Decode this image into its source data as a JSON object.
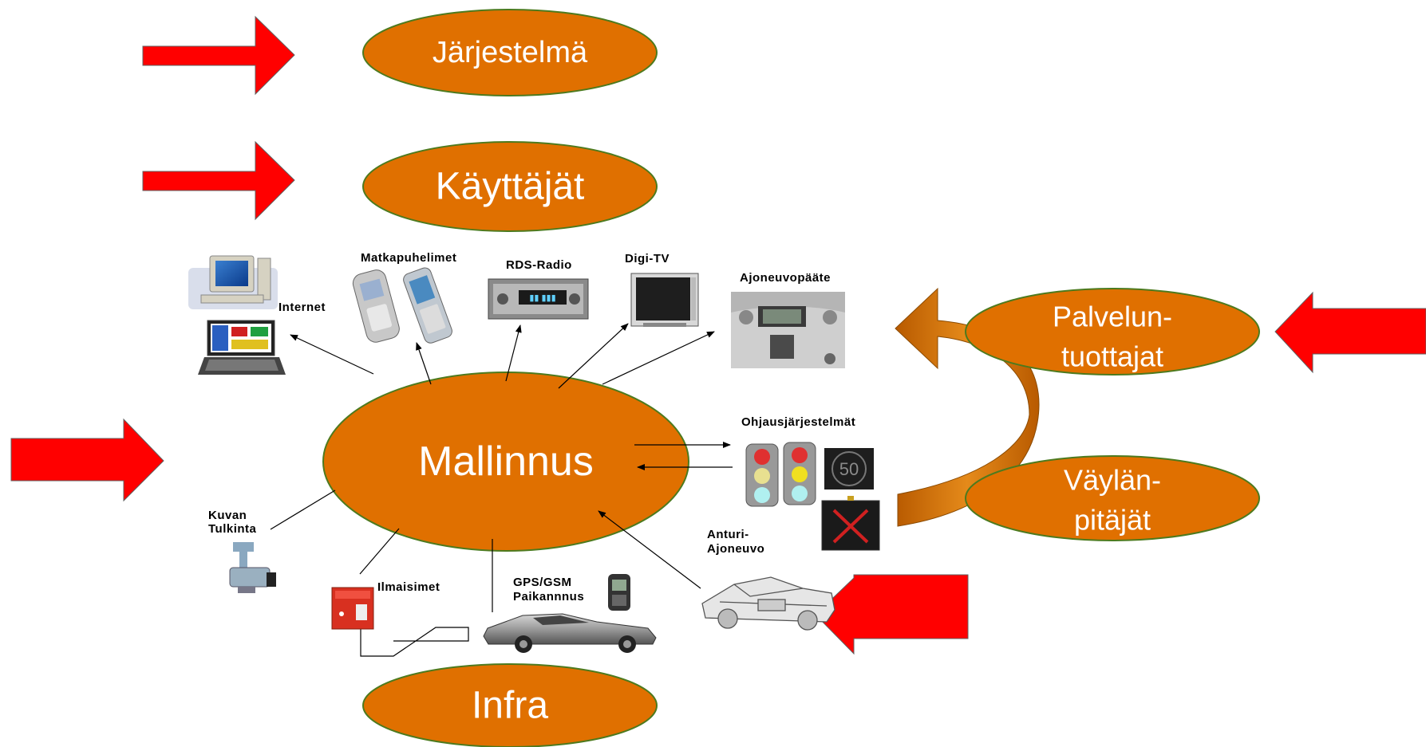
{
  "ovals": {
    "jarjestelma": "Järjestelmä",
    "kayttajat": "Käyttäjät",
    "mallinnus": "Mallinnus",
    "infra": "Infra",
    "palvelun_line1": "Palvelun-",
    "palvelun_line2": "tuottajat",
    "vaylan_line1": "Väylän-",
    "vaylan_line2": "pitäjät"
  },
  "labels": {
    "internet": "Internet",
    "matkapuhelimet": "Matkapuhelimet",
    "rds_radio": "RDS-Radio",
    "digi_tv": "Digi-TV",
    "ajoneuvopaate": "Ajoneuvopääte",
    "ohjausjarjestelmat": "Ohjausjärjestelmät",
    "kuvan": "Kuvan",
    "tulkinta": "Tulkinta",
    "ilmaisimet": "Ilmaisimet",
    "gps_gsm": "GPS/GSM",
    "paikannnus": "Paikannnus",
    "anturi": "Anturi-",
    "ajoneuvo": "Ajoneuvo"
  },
  "device_text": {
    "speed_sign": "50"
  },
  "colors": {
    "oval_fill": "#e07000",
    "oval_stroke": "#4d7a1e",
    "arrow_red": "#ff0000",
    "curved_arrow": "#c86400"
  }
}
